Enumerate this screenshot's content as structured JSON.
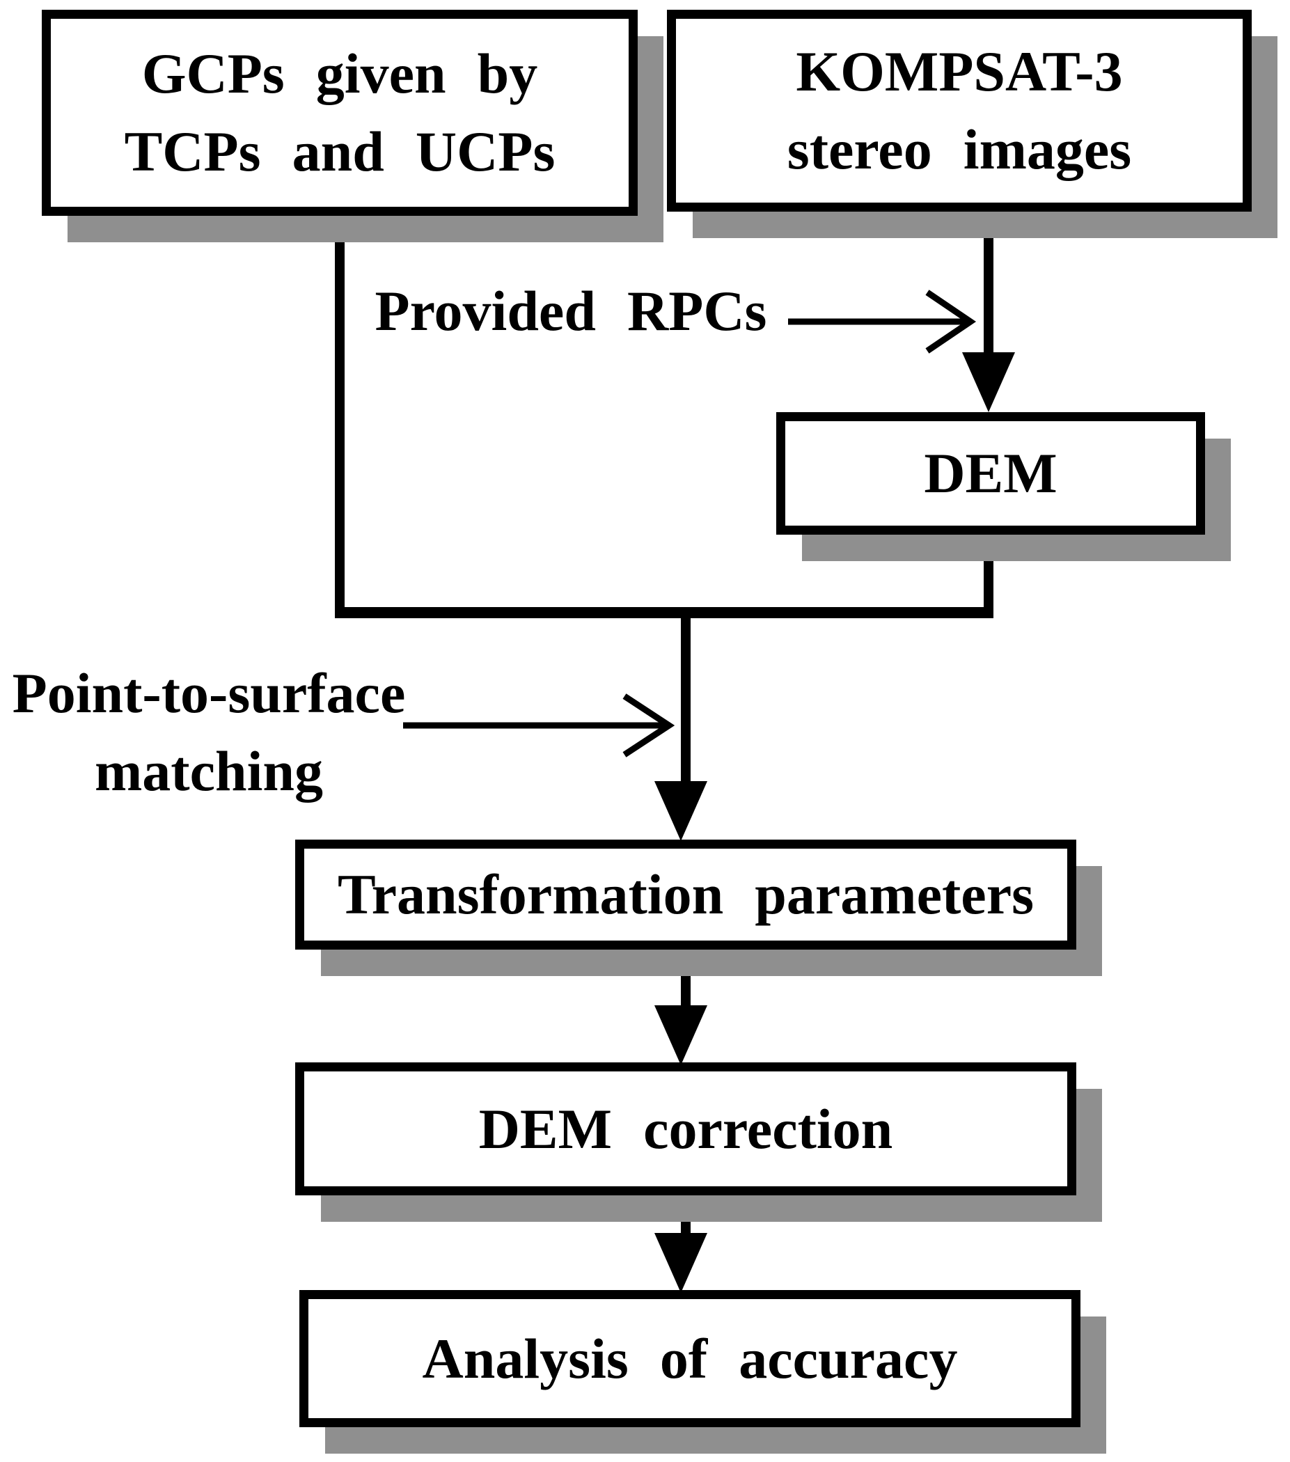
{
  "colors": {
    "ink": "#000000",
    "paper": "#ffffff",
    "shadow": "#8f8f8f"
  },
  "nodes": {
    "gcps": {
      "lines": [
        "GCPs given by",
        "TCPs and UCPs"
      ]
    },
    "kompsat": {
      "lines": [
        "KOMPSAT-3",
        "stereo images"
      ]
    },
    "dem": {
      "lines": [
        "DEM"
      ]
    },
    "transformation": {
      "lines": [
        "Transformation parameters"
      ]
    },
    "dem_correction": {
      "lines": [
        "DEM correction"
      ]
    },
    "analysis": {
      "lines": [
        "Analysis of accuracy"
      ]
    }
  },
  "annotations": {
    "provided_rpcs": "Provided RPCs",
    "point_to_surface": {
      "lines": [
        "Point-to-surface",
        "matching"
      ]
    }
  }
}
